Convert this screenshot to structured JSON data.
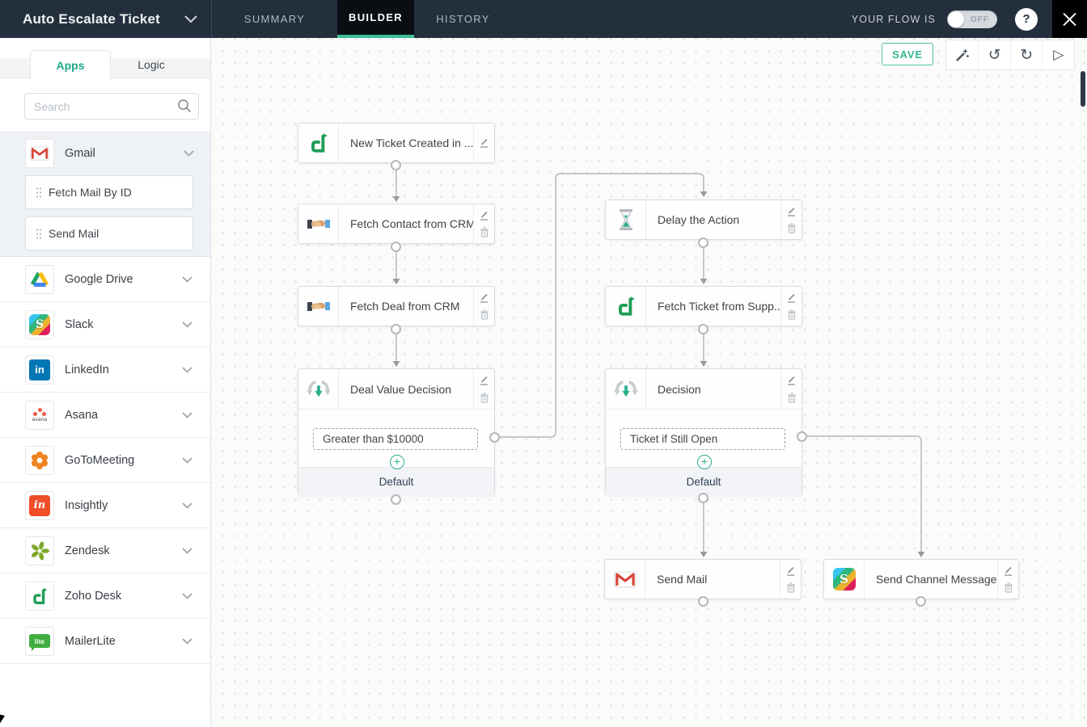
{
  "topbar": {
    "title": "Auto Escalate Ticket",
    "tabs": [
      {
        "label": "SUMMARY",
        "active": false
      },
      {
        "label": "BUILDER",
        "active": true
      },
      {
        "label": "HISTORY",
        "active": false
      }
    ],
    "flow_status_label": "YOUR FLOW IS",
    "flow_toggle": "OFF",
    "help": "?"
  },
  "sidebar": {
    "tabs": [
      {
        "label": "Apps",
        "active": true
      },
      {
        "label": "Logic",
        "active": false
      }
    ],
    "search": {
      "placeholder": "Search"
    },
    "apps": [
      {
        "name": "Gmail",
        "icon": "gmail-icon",
        "expanded": true,
        "actions": [
          {
            "label": "Fetch Mail By ID"
          },
          {
            "label": "Send Mail"
          }
        ]
      },
      {
        "name": "Google Drive",
        "icon": "google-drive-icon"
      },
      {
        "name": "Slack",
        "icon": "slack-icon"
      },
      {
        "name": "LinkedIn",
        "icon": "linkedin-icon"
      },
      {
        "name": "Asana",
        "icon": "asana-icon"
      },
      {
        "name": "GoToMeeting",
        "icon": "gotomeeting-icon"
      },
      {
        "name": "Insightly",
        "icon": "insightly-icon"
      },
      {
        "name": "Zendesk",
        "icon": "zendesk-icon"
      },
      {
        "name": "Zoho Desk",
        "icon": "zoho-desk-icon"
      },
      {
        "name": "MailerLite",
        "icon": "mailerlite-icon"
      }
    ]
  },
  "canvas": {
    "toolbar": {
      "save_label": "SAVE",
      "tools": [
        {
          "icon": "magic-wand-icon"
        },
        {
          "icon": "undo-icon",
          "glyph": "↺"
        },
        {
          "icon": "redo-icon",
          "glyph": "↻"
        },
        {
          "icon": "run-icon",
          "glyph": "▷"
        }
      ]
    },
    "nodes": [
      {
        "title": "New Ticket Created in ...",
        "app": "zoho-desk"
      },
      {
        "title": "Fetch Contact from CRM",
        "app": "zoho-crm"
      },
      {
        "title": "Fetch Deal from CRM",
        "app": "zoho-crm"
      },
      {
        "title": "Deal Value Decision",
        "type": "decision",
        "condition": "Greater than $10000",
        "default_label": "Default"
      },
      {
        "title": "Delay the Action",
        "app": "delay"
      },
      {
        "title": "Fetch Ticket from Supp...",
        "app": "zoho-desk"
      },
      {
        "title": "Decision",
        "type": "decision",
        "condition": "Ticket if Still Open",
        "default_label": "Default"
      },
      {
        "title": "Send Mail",
        "app": "gmail"
      },
      {
        "title": "Send Channel Message",
        "app": "slack"
      }
    ],
    "colors": {
      "accent_teal": "#2aae8c",
      "topbar_navy": "#242f3e",
      "builder_tab": "#0a0e13",
      "line_gray": "#b6b6b6"
    }
  }
}
